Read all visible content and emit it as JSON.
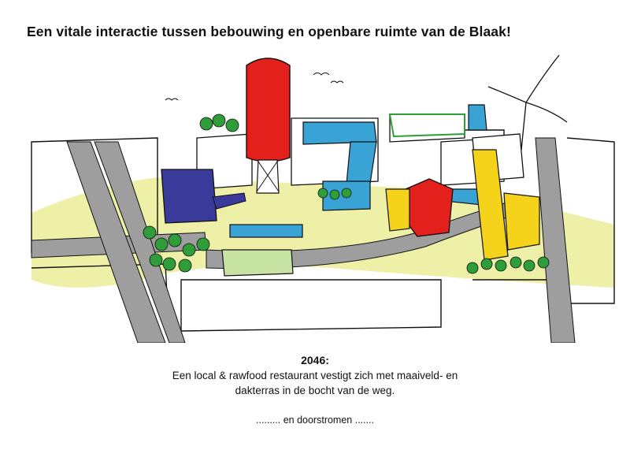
{
  "title": "Een vitale interactie tussen bebouwing en openbare ruimte van de Blaak!",
  "caption": {
    "year": "2046:",
    "line1": "Een local & rawfood restaurant vestigt zich met maaiveld- en",
    "line2": "dakterras in de bocht van de weg.",
    "closing": "......... en doorstromen ......."
  },
  "colors": {
    "tower": "#e3201b",
    "blue_building": "#3aa3d6",
    "purple_building": "#3a3a9a",
    "yellow_building": "#f5d31a",
    "red_restaurant": "#e3201b",
    "trees": "#2f9e3a",
    "green_space": "#eef0a8",
    "road": "#9e9e9e",
    "water": "#3aa3d6"
  }
}
